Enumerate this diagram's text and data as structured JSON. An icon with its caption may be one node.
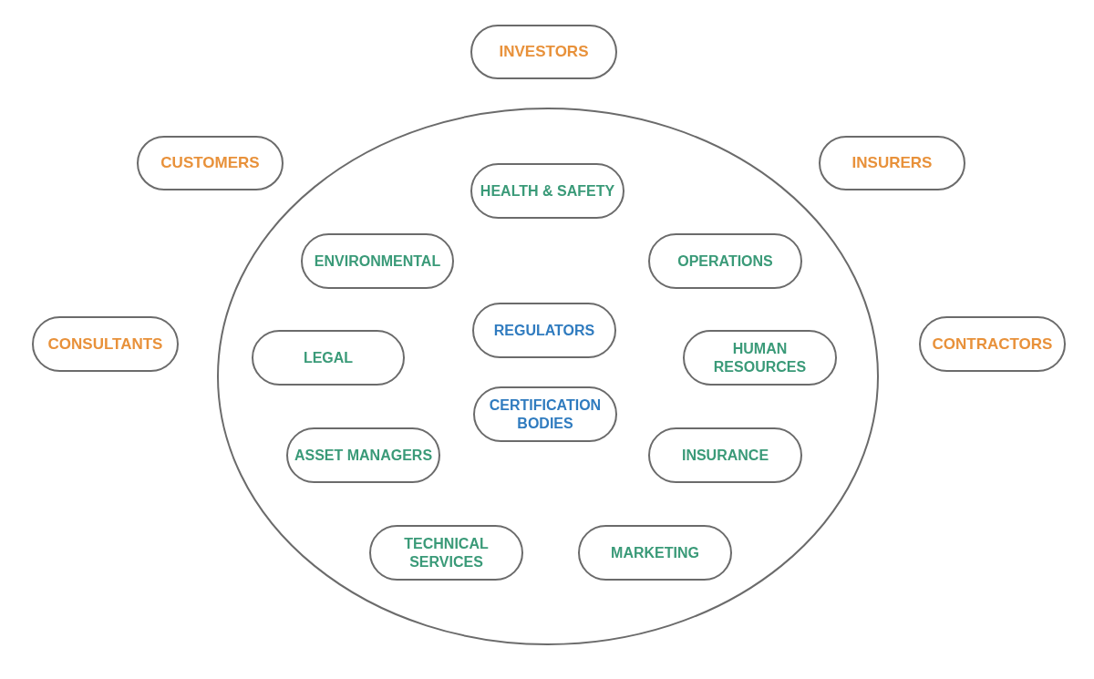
{
  "diagram": {
    "nodes": [
      {
        "text": [
          "INVESTORS"
        ]
      },
      {
        "text": [
          "CUSTOMERS"
        ]
      },
      {
        "text": [
          "INSURERS"
        ]
      },
      {
        "text": [],
        "shape": "ellipse"
      },
      {
        "text": [
          "HEALTH & SAFETY"
        ],
        "in": 3
      },
      {
        "text": [
          "ENVIRONMENTAL"
        ],
        "in": 3
      },
      {
        "text": [
          "OPERATIONS"
        ],
        "in": 3
      },
      {
        "text": [
          "CONSULTANTS"
        ]
      },
      {
        "text": [
          "REGULATORS"
        ],
        "in": 3
      },
      {
        "text": [
          "LEGAL"
        ],
        "in": 3
      },
      {
        "text": [
          "HUMAN RESOURCES"
        ],
        "in": 3
      },
      {
        "text": [
          "CONTRACTORS"
        ]
      },
      {
        "text": [
          "CERTIFICATION BODIES"
        ],
        "in": 3
      },
      {
        "text": [
          "ASSET MANAGERS"
        ],
        "in": 3
      },
      {
        "text": [
          "INSURANCE"
        ],
        "in": 3
      },
      {
        "text": [
          "TECHNICAL SERVICES"
        ],
        "in": 3
      },
      {
        "text": [
          "MARKETING"
        ],
        "in": 3
      }
    ]
  }
}
